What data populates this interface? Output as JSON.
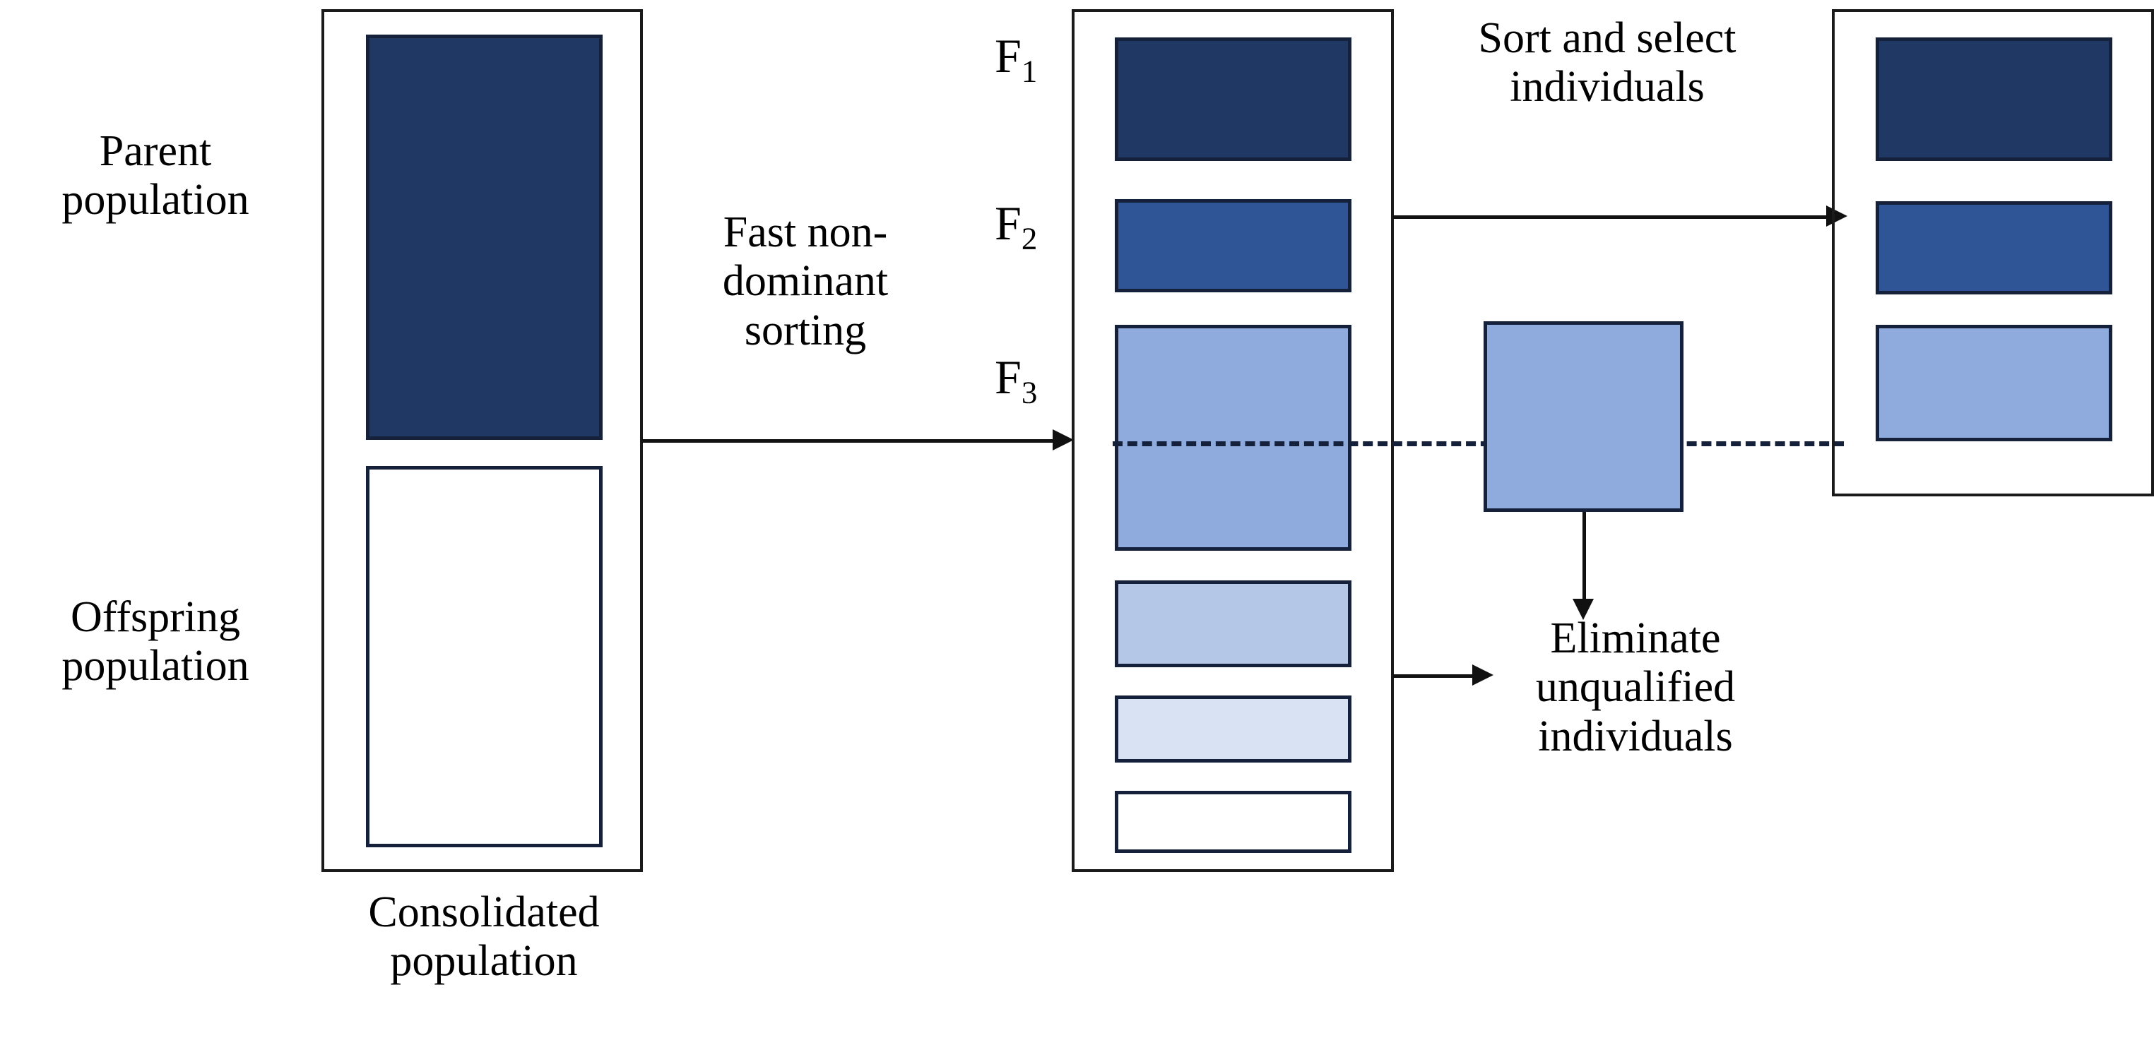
{
  "diagram": {
    "title": "Fast non-dominant sorting and selection flow",
    "type": "flow-diagram"
  },
  "palette": {
    "rank1_navy": "#1F3864",
    "rank2_blue": "#2F5597",
    "rank3_blue": "#8FAADC",
    "rank4_blue": "#B4C7E7",
    "rank5_blue": "#D9E2F3",
    "rank6_white": "#FFFFFF",
    "outline": "#15213a",
    "line": "#111111"
  },
  "left_column": {
    "parent_label": "Parent\npopulation",
    "offspring_label": "Offspring\npopulation",
    "caption": "Consolidated\npopulation",
    "blocks": [
      {
        "name": "parent-block",
        "fill": "#1F3864"
      },
      {
        "name": "offspring-block",
        "fill": "#FFFFFF"
      }
    ]
  },
  "transition_1": {
    "label": "Fast non-\ndominant\nsorting"
  },
  "middle_column": {
    "front_labels": [
      {
        "base": "F",
        "sub": "1"
      },
      {
        "base": "F",
        "sub": "2"
      },
      {
        "base": "F",
        "sub": "3"
      }
    ],
    "blocks": [
      {
        "name": "front-1-block",
        "fill": "#1F3864"
      },
      {
        "name": "front-2-block",
        "fill": "#2F5597"
      },
      {
        "name": "front-3-block",
        "fill": "#8FAADC"
      },
      {
        "name": "front-4-block",
        "fill": "#B4C7E7"
      },
      {
        "name": "front-5-block",
        "fill": "#D9E2F3"
      },
      {
        "name": "front-6-block",
        "fill": "#FFFFFF"
      }
    ]
  },
  "transition_2": {
    "label": "Sort and select\nindividuals"
  },
  "discarded": {
    "label": "Eliminate\nunqualified\nindividuals",
    "block": {
      "name": "discarded-block",
      "fill": "#8FAADC"
    }
  },
  "right_column": {
    "blocks": [
      {
        "name": "selected-1-block",
        "fill": "#1F3864"
      },
      {
        "name": "selected-2-block",
        "fill": "#2F5597"
      },
      {
        "name": "selected-3-block",
        "fill": "#8FAADC"
      }
    ]
  },
  "cut_line": {
    "name": "selection-cut-line",
    "style": "dashed"
  }
}
